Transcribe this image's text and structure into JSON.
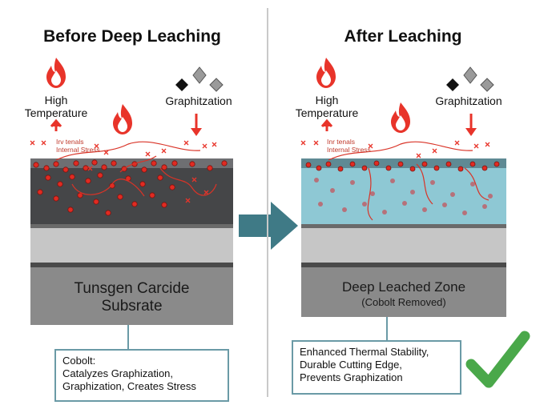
{
  "left": {
    "title": "Before Deep Leaching",
    "high_temp": [
      "High",
      "Temperature"
    ],
    "graphitization": "Graphitzation",
    "stress_label": [
      "Irv tenals",
      "Internal Stress"
    ],
    "substrate": [
      "Tunsgen Carcide",
      "Subsrate"
    ],
    "callout": [
      "Cobolt:",
      "Catalyzes Graphization,",
      "Graphization, Creates Stress"
    ]
  },
  "right": {
    "title": "After Leaching",
    "high_temp": [
      "High",
      "Temperature"
    ],
    "graphitization": "Graphitzation",
    "stress_label": [
      "Inr tenals",
      "Internal Stress"
    ],
    "zone": "Deep Leached Zone",
    "zone_sub": "(Cobolt Removed)",
    "callout": [
      "Enhanced Thermal Stability,",
      "Durable Cutting Edge,",
      "Prevents Graphization"
    ]
  },
  "colors": {
    "flame": "#e8342a",
    "dark_layer": "#454648",
    "leached_layer": "#8ec8d4",
    "arrow": "#3f7a86",
    "check": "#4aa84a",
    "callout_border": "#6a9aa6"
  }
}
